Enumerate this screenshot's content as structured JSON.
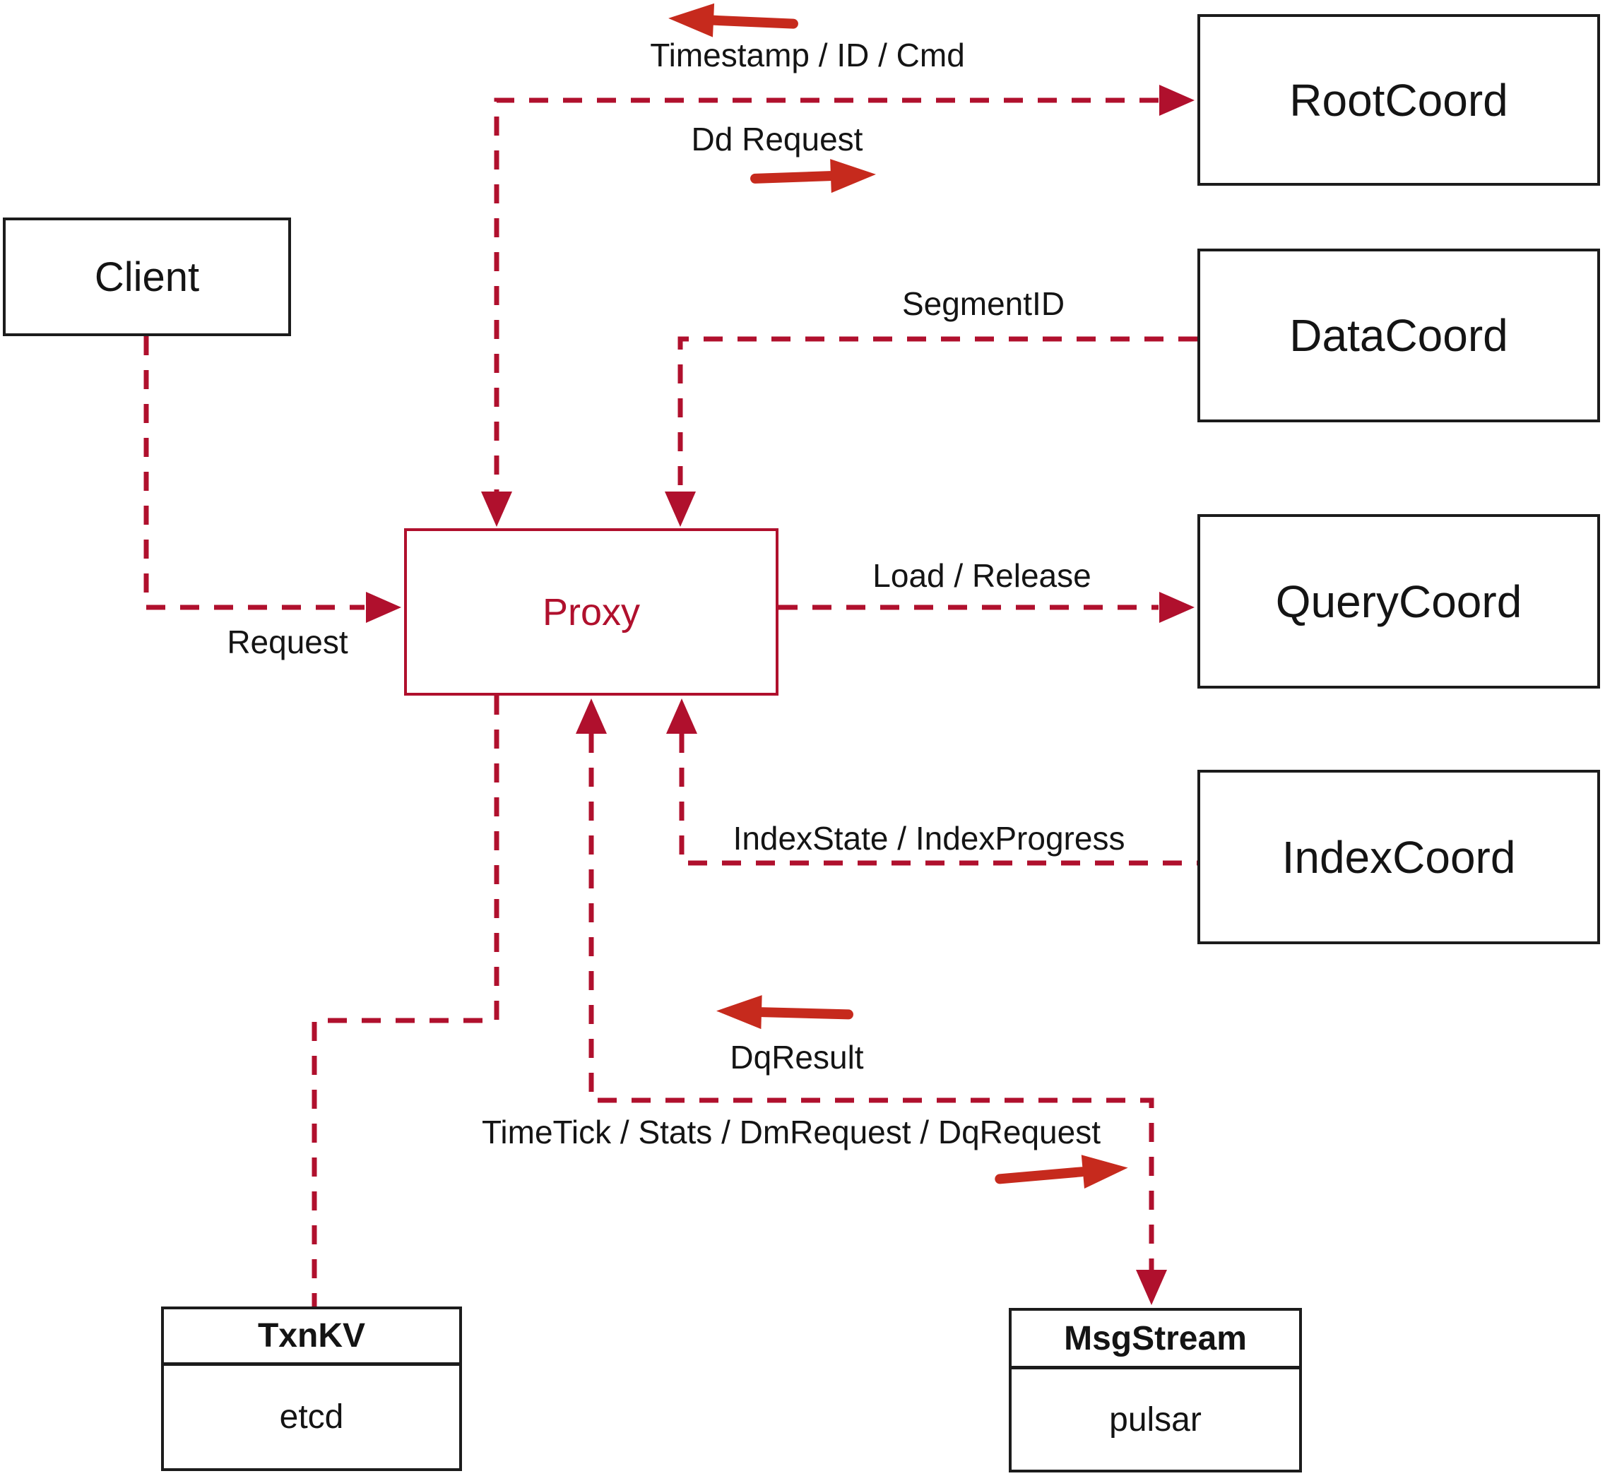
{
  "nodes": {
    "client": {
      "label": "Client"
    },
    "proxy": {
      "label": "Proxy"
    },
    "root_coord": {
      "label": "RootCoord"
    },
    "data_coord": {
      "label": "DataCoord"
    },
    "query_coord": {
      "label": "QueryCoord"
    },
    "index_coord": {
      "label": "IndexCoord"
    },
    "txn_kv": {
      "title": "TxnKV",
      "implementation": "etcd"
    },
    "msg_stream": {
      "title": "MsgStream",
      "implementation": "pulsar"
    }
  },
  "edge_labels": {
    "request": "Request",
    "timestamp_id_cmd": "Timestamp / ID / Cmd",
    "dd_request": "Dd Request",
    "segment_id": "SegmentID",
    "load_release": "Load / Release",
    "index_state_progress": "IndexState / IndexProgress",
    "dq_result": "DqResult",
    "timetick_stats": "TimeTick / Stats / DmRequest / DqRequest"
  },
  "edges": [
    {
      "from": "client",
      "to": "proxy",
      "label": "Request",
      "style": "dashed",
      "arrow": "into-proxy"
    },
    {
      "from": "proxy",
      "to": "root_coord",
      "labels": [
        "Timestamp / ID / Cmd",
        "Dd Request"
      ],
      "style": "dashed",
      "arrow": "both-ends"
    },
    {
      "from": "data_coord",
      "to": "proxy",
      "label": "SegmentID",
      "style": "dashed",
      "arrow": "into-proxy"
    },
    {
      "from": "proxy",
      "to": "query_coord",
      "label": "Load / Release",
      "style": "dashed",
      "arrow": "into-querycoord"
    },
    {
      "from": "index_coord",
      "to": "proxy",
      "label": "IndexState / IndexProgress",
      "style": "dashed",
      "arrow": "into-proxy"
    },
    {
      "from": "proxy",
      "to": "msg_stream",
      "labels": [
        "DqResult",
        "TimeTick / Stats / DmRequest / DqRequest"
      ],
      "style": "dashed",
      "arrow": "both-ends"
    },
    {
      "from": "proxy",
      "to": "txn_kv",
      "style": "dashed",
      "arrow": "none"
    }
  ],
  "colors": {
    "dashed_line": "#b0102d",
    "solid_arrow": "#c62a1d",
    "box_border": "#1c1c1c",
    "proxy_accent": "#b0102d",
    "text": "#141414",
    "background": "#ffffff"
  }
}
